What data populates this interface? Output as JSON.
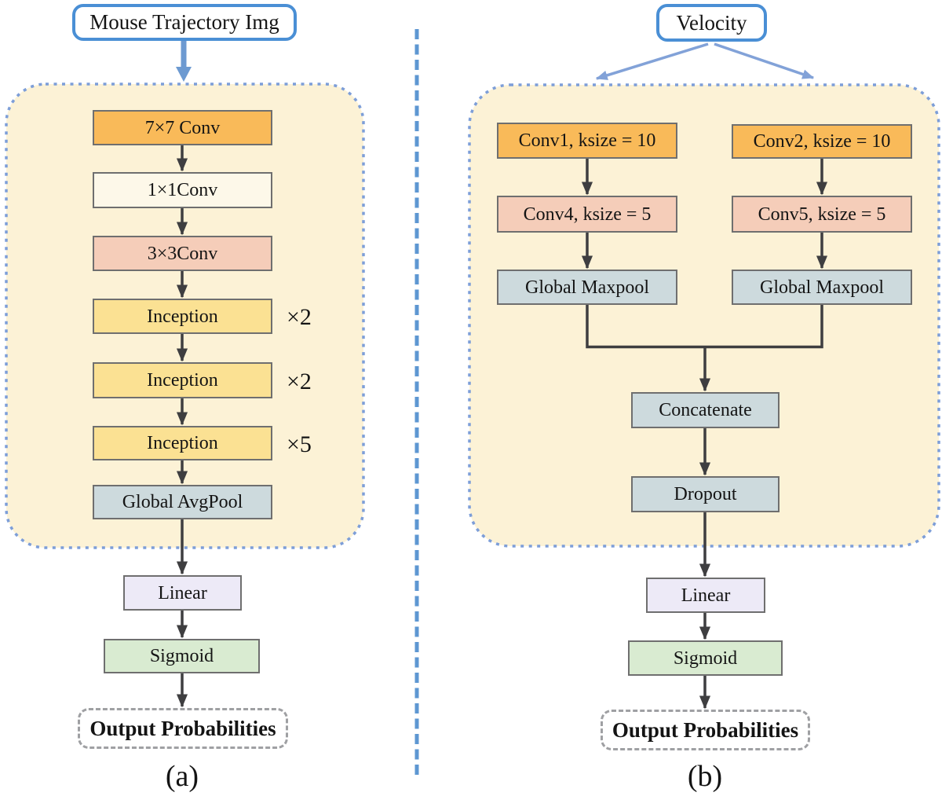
{
  "panel_a": {
    "caption": "(a)",
    "input_label": "Mouse Trajectory Img",
    "layers": [
      {
        "label": "7×7 Conv"
      },
      {
        "label": "1×1Conv"
      },
      {
        "label": "3×3Conv"
      },
      {
        "label": "Inception",
        "repeat": "×2"
      },
      {
        "label": "Inception",
        "repeat": "×2"
      },
      {
        "label": "Inception",
        "repeat": "×5"
      },
      {
        "label": "Global AvgPool"
      }
    ],
    "linear_label": "Linear",
    "sigmoid_label": "Sigmoid",
    "output_label": "Output Probabilities"
  },
  "panel_b": {
    "caption": "(b)",
    "input_label": "Velocity",
    "branch_left": [
      {
        "label": "Conv1, ksize = 10"
      },
      {
        "label": "Conv4, ksize = 5"
      },
      {
        "label": "Global Maxpool"
      }
    ],
    "branch_right": [
      {
        "label": "Conv2, ksize = 10"
      },
      {
        "label": "Conv5, ksize = 5"
      },
      {
        "label": "Global Maxpool"
      }
    ],
    "concatenate_label": "Concatenate",
    "dropout_label": "Dropout",
    "linear_label": "Linear",
    "sigmoid_label": "Sigmoid",
    "output_label": "Output Probabilities"
  },
  "colors": {
    "conv_orange": "#f9ba59",
    "conv_cream": "#fdf8e9",
    "conv_pink": "#f5cdb9",
    "inception_yellow": "#fbe193",
    "pool_bluegray": "#cddadd",
    "linear_lavender": "#edeaf7",
    "sigmoid_green": "#d9ebd1",
    "container_fill": "#fcf2d6",
    "container_border_blue": "#7d9ed8",
    "io_border_blue": "#4a8fd5",
    "divider_blue": "#5e97d2",
    "arrow_dark": "#3e3e40"
  }
}
